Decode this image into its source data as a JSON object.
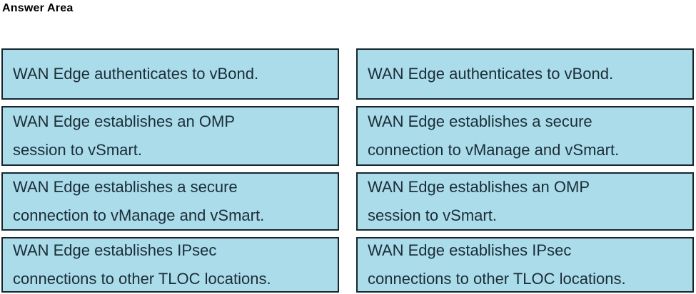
{
  "title": "Answer Area",
  "colors": {
    "box_fill": "#abdcea",
    "box_border": "#17262e",
    "box_text": "#1b2d38",
    "title_text": "#000000",
    "page_background": "#ffffff"
  },
  "columns": [
    {
      "name": "left",
      "items": [
        {
          "lines": [
            "WAN Edge authenticates to vBond."
          ]
        },
        {
          "lines": [
            "WAN Edge establishes an OMP",
            "session to vSmart."
          ]
        },
        {
          "lines": [
            "WAN Edge establishes a secure",
            "connection to vManage and vSmart."
          ]
        },
        {
          "lines": [
            "WAN Edge establishes IPsec",
            "connections to other TLOC locations."
          ]
        }
      ]
    },
    {
      "name": "right",
      "items": [
        {
          "lines": [
            "WAN Edge authenticates to vBond."
          ]
        },
        {
          "lines": [
            "WAN Edge establishes a secure",
            "connection to vManage and vSmart."
          ]
        },
        {
          "lines": [
            "WAN Edge establishes an OMP",
            "session to vSmart."
          ]
        },
        {
          "lines": [
            "WAN Edge establishes IPsec",
            "connections to other TLOC locations."
          ]
        }
      ]
    }
  ]
}
